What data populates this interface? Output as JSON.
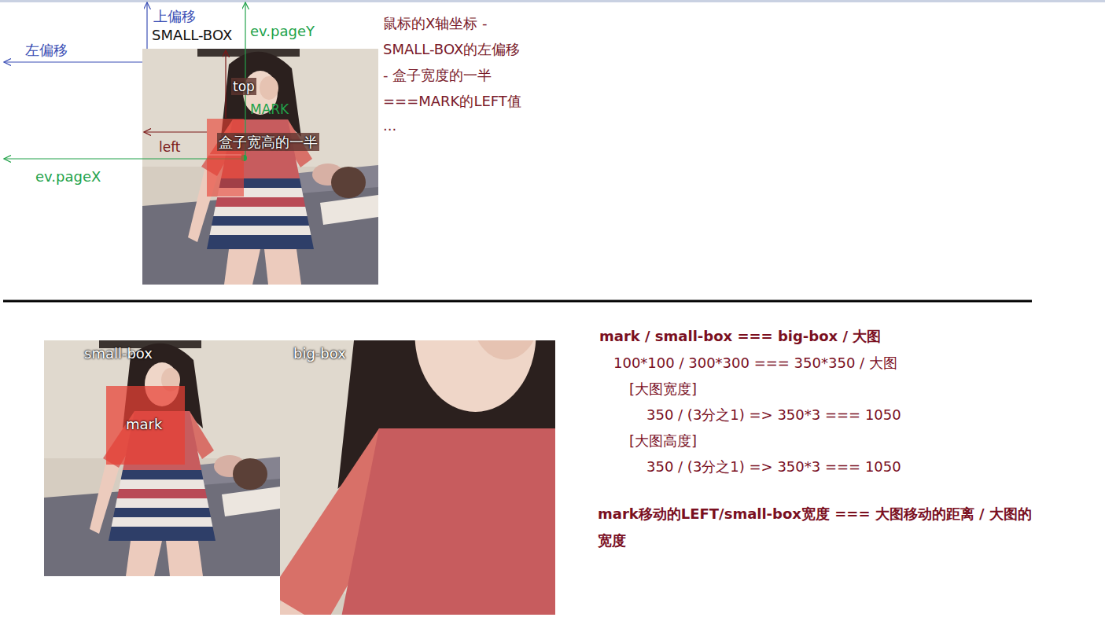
{
  "diagram": {
    "nodes": [
      {
        "text": [
          "SMALL-BOX"
        ]
      },
      {
        "text": [
          "MARK"
        ],
        "in": 0
      },
      {
        "text": [
          "small-box"
        ]
      },
      {
        "text": [
          "mark"
        ],
        "in": 2
      },
      {
        "text": [
          "big-box"
        ]
      }
    ],
    "labels": [
      "上偏移",
      "左偏移",
      "ev.pageY",
      "top",
      "盒子宽高的一半",
      "left",
      "ev.pageX",
      "鼠标的X轴坐标 -",
      "SMALL-BOX的左偏移",
      "- 盒子宽度的一半",
      "===MARK的LEFT值",
      "...",
      "mark / small-box === big-box / 大图",
      "100*100 / 300*300 === 350*350 / 大图",
      "[大图宽度]",
      "350 / (3分之1) => 350*3 === 1050",
      "[大图高度]",
      "350 / (3分之1) => 350*3 === 1050",
      "mark移动的LEFT/small-box宽度 === 大图移动的距离 / 大图的宽度"
    ]
  }
}
